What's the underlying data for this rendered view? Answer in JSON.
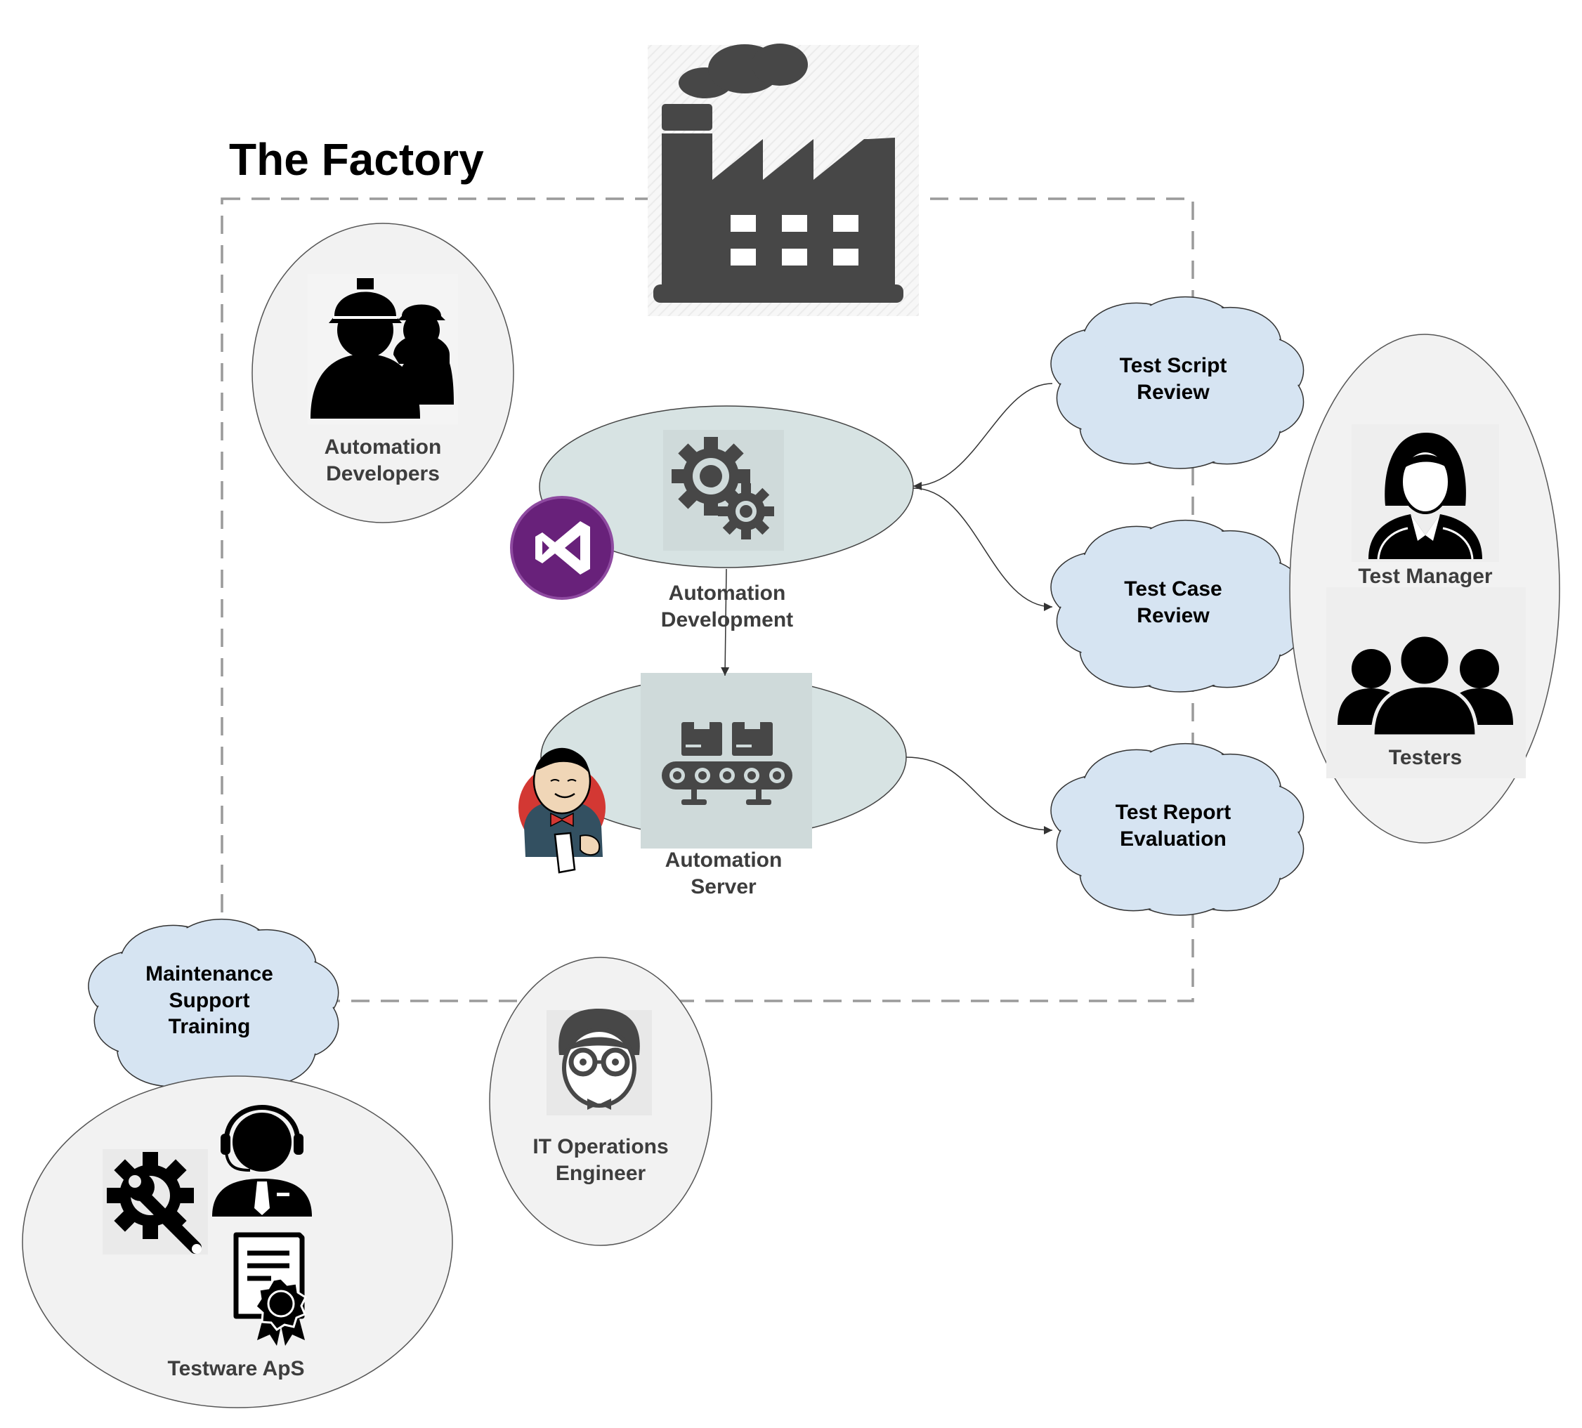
{
  "title": "The Factory",
  "nodes": {
    "automation_developers": "Automation\nDevelopers",
    "automation_development": "Automation\nDevelopment",
    "automation_server": "Automation\nServer",
    "test_script_review": "Test Script\nReview",
    "test_case_review": "Test Case\nReview",
    "test_report_evaluation": "Test Report\nEvaluation",
    "test_manager": "Test Manager",
    "testers": "Testers",
    "maintenance": "Maintenance\nSupport\nTraining",
    "it_operations": "IT Operations\nEngineer",
    "testware": "Testware ApS"
  },
  "colors": {
    "cloud_fill": "#d6e4f2",
    "ellipse_fill": "#f2f2f2",
    "process_fill": "#d7e3e3",
    "icon_dark": "#474747",
    "vs_purple": "#68217a",
    "jenkins_red": "#d33833",
    "boundary": "#9a9a9a"
  },
  "icons": [
    "factory-icon",
    "construction-workers-icon",
    "gears-icon",
    "visual-studio-icon",
    "conveyor-icon",
    "jenkins-icon",
    "female-manager-icon",
    "testers-group-icon",
    "nerd-engineer-icon",
    "support-agent-icon",
    "wrench-gear-icon",
    "certificate-icon"
  ]
}
